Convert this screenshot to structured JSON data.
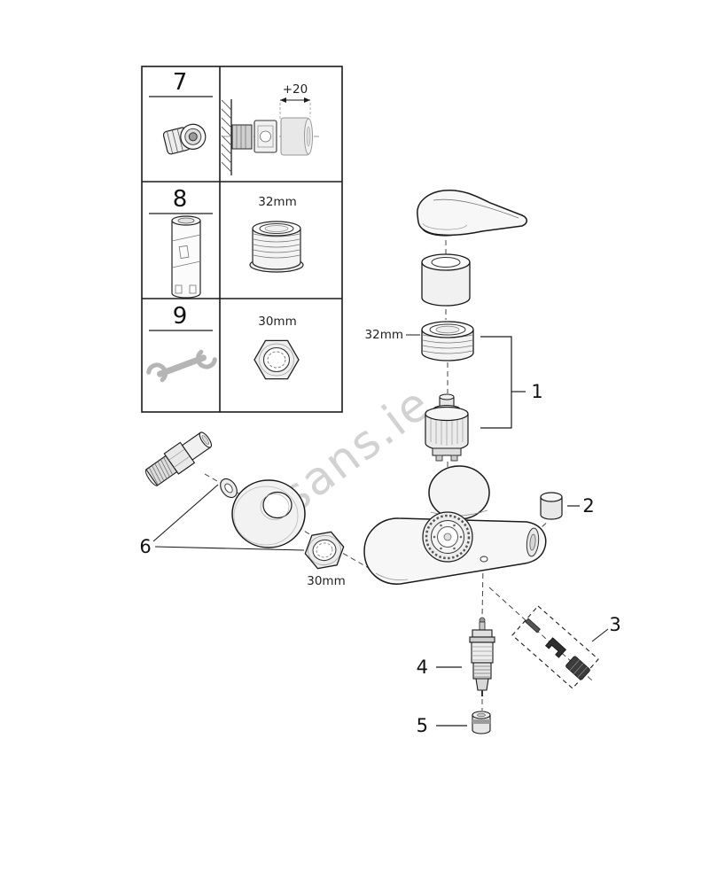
{
  "colors": {
    "ink": "#1a1a1a",
    "watermark": "#c7c7c7"
  },
  "watermark": {
    "text": "asans.ie"
  },
  "legend_table": {
    "rows": [
      {
        "number": "7",
        "dimension": "+20"
      },
      {
        "number": "8",
        "size": "32mm"
      },
      {
        "number": "9",
        "size": "30mm"
      }
    ]
  },
  "exploded": {
    "callouts": [
      "1",
      "2",
      "3",
      "4",
      "5",
      "6"
    ],
    "ring_dimension": "32mm",
    "nut_dimension": "30mm"
  }
}
